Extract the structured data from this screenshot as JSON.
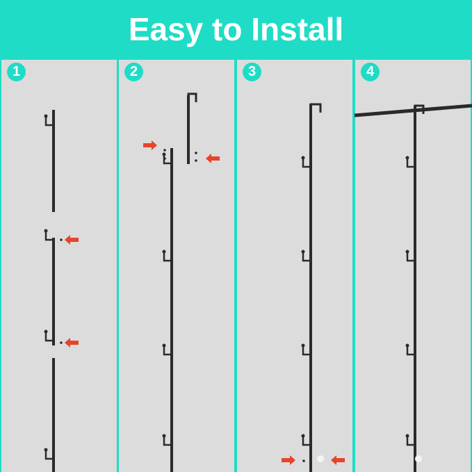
{
  "title": "Easy to Install",
  "steps": [
    {
      "number": "1"
    },
    {
      "number": "2"
    },
    {
      "number": "3"
    },
    {
      "number": "4"
    }
  ],
  "colors": {
    "accent": "#1fdcc6",
    "panel": "#dcdcdc",
    "rod": "#2a2a2a",
    "arrow": "#e5452a"
  }
}
